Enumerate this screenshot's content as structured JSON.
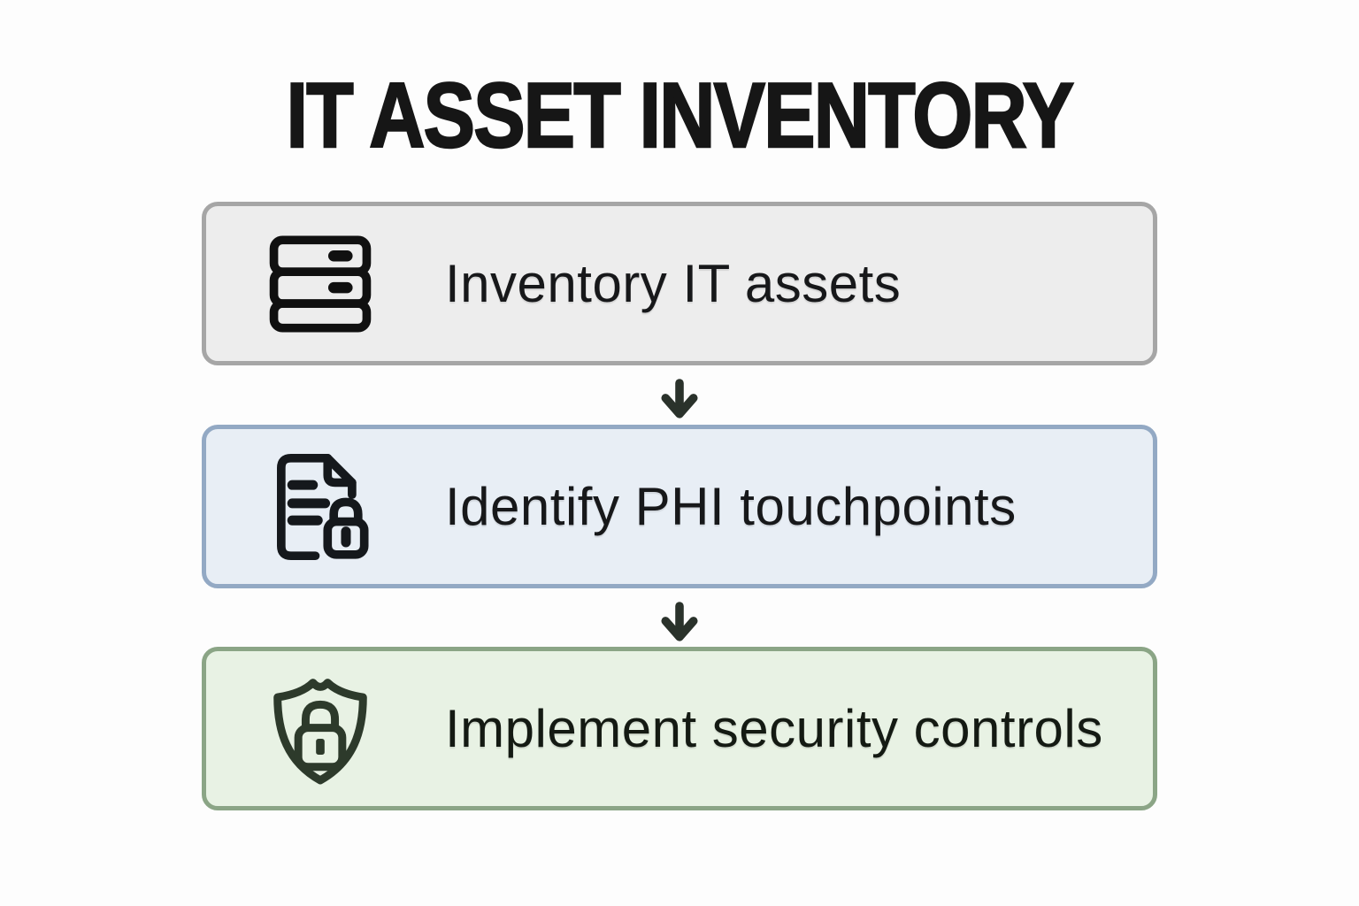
{
  "title": "IT ASSET INVENTORY",
  "colors": {
    "background": "#fdfdfd",
    "title_text": "#161616",
    "arrow": "#2a322b"
  },
  "steps": [
    {
      "label": "Inventory IT assets",
      "icon": "server-stack-icon",
      "fill": "#ededed",
      "border": "#a6a6a6",
      "icon_color": "#101010",
      "text_color": "#17181a"
    },
    {
      "label": "Identify PHI touchpoints",
      "icon": "document-lock-icon",
      "fill": "#e8eef5",
      "border": "#93a9c4",
      "icon_color": "#15181c",
      "text_color": "#17181a"
    },
    {
      "label": "Implement security controls",
      "icon": "shield-lock-icon",
      "fill": "#e8f2e4",
      "border": "#8ba586",
      "icon_color": "#2d3a2b",
      "text_color": "#141a13"
    }
  ]
}
